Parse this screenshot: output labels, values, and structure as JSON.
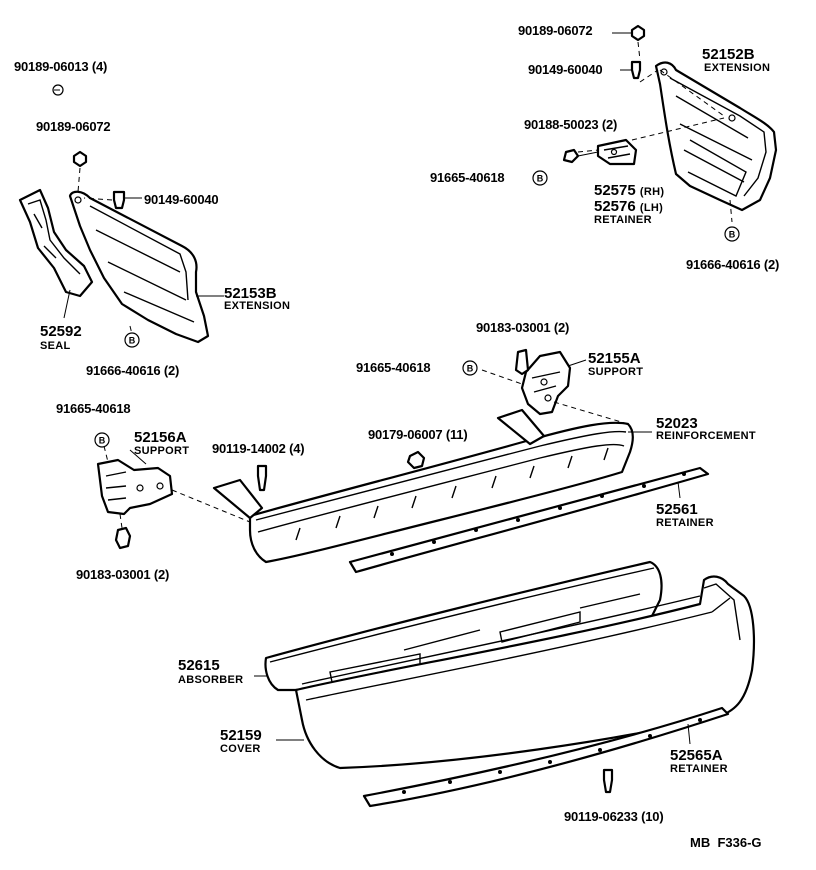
{
  "parts": {
    "p1": {
      "number": "90189-06072"
    },
    "p2": {
      "number": "52152B",
      "name": "EXTENSION"
    },
    "p3": {
      "number": "90149-60040"
    },
    "p4": {
      "number": "90188-50023 (2)"
    },
    "p5": {
      "number": "91665-40618"
    },
    "p6": {
      "number": "52575",
      "suffix": "(RH)"
    },
    "p7": {
      "number": "52576",
      "suffix": "(LH)",
      "name": "RETAINER"
    },
    "p8": {
      "number": "91666-40616 (2)"
    },
    "p9": {
      "number": "90189-06013 (4)"
    },
    "p10": {
      "number": "90189-06072"
    },
    "p11": {
      "number": "90149-60040"
    },
    "p12": {
      "number": "52153B",
      "name": "EXTENSION"
    },
    "p13": {
      "number": "52592",
      "name": "SEAL"
    },
    "p14": {
      "number": "91666-40616 (2)"
    },
    "p15": {
      "number": "90183-03001 (2)"
    },
    "p16": {
      "number": "91665-40618"
    },
    "p17": {
      "number": "52155A",
      "name": "SUPPORT"
    },
    "p18": {
      "number": "91665-40618"
    },
    "p19": {
      "number": "52156A",
      "name": "SUPPORT"
    },
    "p20": {
      "number": "90119-14002 (4)"
    },
    "p21": {
      "number": "90179-06007 (11)"
    },
    "p22": {
      "number": "52023",
      "name": "REINFORCEMENT"
    },
    "p23": {
      "number": "52561",
      "name": "RETAINER"
    },
    "p24": {
      "number": "90183-03001 (2)"
    },
    "p25": {
      "number": "52615",
      "name": "ABSORBER"
    },
    "p26": {
      "number": "52159",
      "name": "COVER"
    },
    "p27": {
      "number": "52565A",
      "name": "RETAINER"
    },
    "p28": {
      "number": "90119-06233 (10)"
    }
  },
  "badge_letter": "B",
  "figure_ref": "MB  F336-G"
}
